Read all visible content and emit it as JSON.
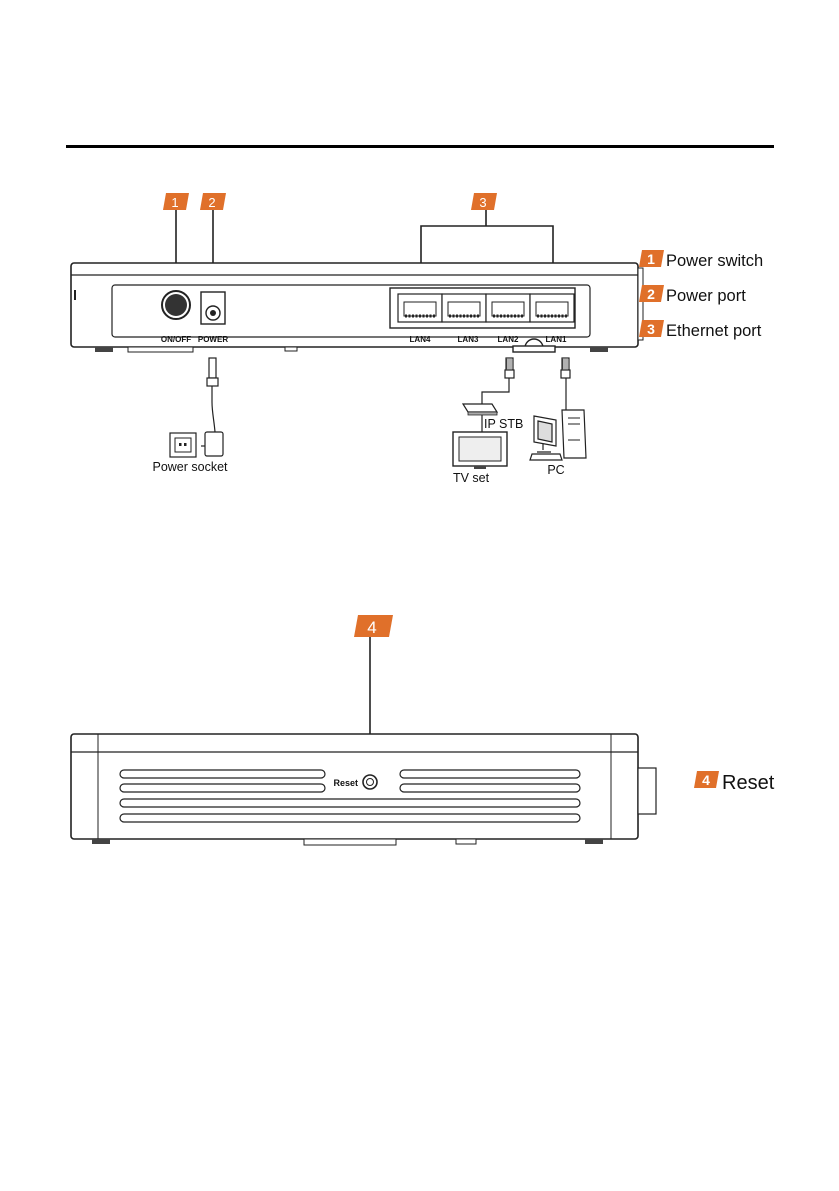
{
  "badges": {
    "b1": "1",
    "b2": "2",
    "b3": "3",
    "b4": "4"
  },
  "rear_panel": {
    "port_labels": {
      "on_off": "ON/OFF",
      "power": "POWER",
      "lan4": "LAN4",
      "lan3": "LAN3",
      "lan2": "LAN2",
      "lan1": "LAN1"
    },
    "connections": {
      "power_socket": "Power socket",
      "ip_stb": "IP STB",
      "tv_set": "TV set",
      "pc": "PC"
    }
  },
  "legend": [
    {
      "num": "1",
      "label": "Power switch"
    },
    {
      "num": "2",
      "label": "Power port"
    },
    {
      "num": "3",
      "label": "Ethernet port"
    }
  ],
  "side_panel": {
    "reset_label": "Reset",
    "legend": {
      "num": "4",
      "label": "Reset"
    }
  },
  "colors": {
    "badge_orange": "#e0702a",
    "line": "#222222"
  }
}
